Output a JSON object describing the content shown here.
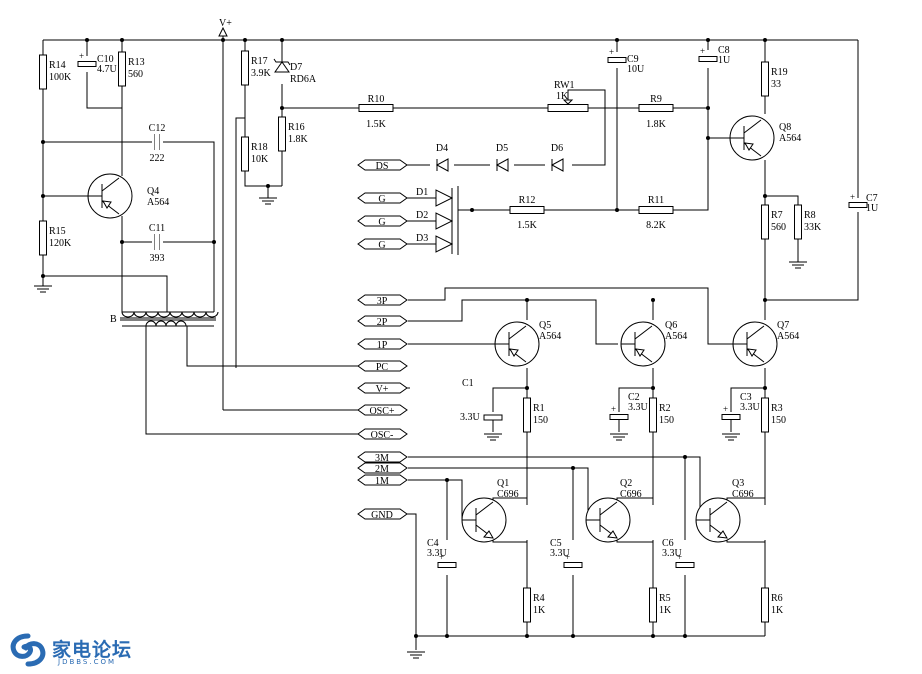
{
  "supply": {
    "vplus": "V+",
    "ground_port": "GND"
  },
  "transformer": {
    "label": "B"
  },
  "ports": {
    "DS": "DS",
    "G1": "G",
    "G2": "G",
    "G3": "G",
    "P3": "3P",
    "P2": "2P",
    "P1": "1P",
    "PC": "PC",
    "VP": "V+",
    "OSCP": "OSC+",
    "OSCN": "OSC-",
    "M3": "3M",
    "M2": "2M",
    "M1": "1M",
    "GND": "GND"
  },
  "resistors": {
    "R14": {
      "ref": "R14",
      "val": "100K"
    },
    "R13": {
      "ref": "R13",
      "val": "560"
    },
    "R15": {
      "ref": "R15",
      "val": "120K"
    },
    "R17": {
      "ref": "R17",
      "val": "3.9K"
    },
    "R18": {
      "ref": "R18",
      "val": "10K"
    },
    "R16": {
      "ref": "R16",
      "val": "1.8K"
    },
    "R10": {
      "ref": "R10",
      "val": "1.5K"
    },
    "R9": {
      "ref": "R9",
      "val": "1.8K"
    },
    "R12": {
      "ref": "R12",
      "val": "1.5K"
    },
    "R11": {
      "ref": "R11",
      "val": "8.2K"
    },
    "R19": {
      "ref": "R19",
      "val": "33"
    },
    "R7": {
      "ref": "R7",
      "val": "560"
    },
    "R8": {
      "ref": "R8",
      "val": "33K"
    },
    "R1": {
      "ref": "R1",
      "val": "150"
    },
    "R2": {
      "ref": "R2",
      "val": "150"
    },
    "R3": {
      "ref": "R3",
      "val": "150"
    },
    "R4": {
      "ref": "R4",
      "val": "1K"
    },
    "R5": {
      "ref": "R5",
      "val": "1K"
    },
    "R6": {
      "ref": "R6",
      "val": "1K"
    }
  },
  "pot": {
    "RW1": {
      "ref": "RW1",
      "val": "1K"
    }
  },
  "capacitors": {
    "C10": {
      "ref": "C10",
      "val": "4.7U"
    },
    "C12": {
      "ref": "C12",
      "val": "222"
    },
    "C11": {
      "ref": "C11",
      "val": "393"
    },
    "C9": {
      "ref": "C9",
      "val": "10U"
    },
    "C8": {
      "ref": "C8",
      "val": "1U"
    },
    "C7": {
      "ref": "C7",
      "val": "1U"
    },
    "C1": {
      "ref": "C1",
      "val": "3.3U"
    },
    "C2": {
      "ref": "C2",
      "val": "3.3U"
    },
    "C3": {
      "ref": "C3",
      "val": "3.3U"
    },
    "C4": {
      "ref": "C4",
      "val": "3.3U"
    },
    "C5": {
      "ref": "C5",
      "val": "3.3U"
    },
    "C6": {
      "ref": "C6",
      "val": "3.3U"
    }
  },
  "diodes": {
    "D7": {
      "ref": "D7",
      "val": "RD6A"
    },
    "D4": {
      "ref": "D4"
    },
    "D5": {
      "ref": "D5"
    },
    "D6": {
      "ref": "D6"
    },
    "D1": {
      "ref": "D1"
    },
    "D2": {
      "ref": "D2"
    },
    "D3": {
      "ref": "D3"
    }
  },
  "transistors": {
    "Q4": {
      "ref": "Q4",
      "val": "A564"
    },
    "Q8": {
      "ref": "Q8",
      "val": "A564"
    },
    "Q5": {
      "ref": "Q5",
      "val": "A564"
    },
    "Q6": {
      "ref": "Q6",
      "val": "A564"
    },
    "Q7": {
      "ref": "Q7",
      "val": "A564"
    },
    "Q1": {
      "ref": "Q1",
      "val": "C696"
    },
    "Q2": {
      "ref": "Q2",
      "val": "C696"
    },
    "Q3": {
      "ref": "Q3",
      "val": "C696"
    }
  },
  "watermark": {
    "name": "家电论坛",
    "site": "JDBBS.COM",
    "color": "#2a6bb3"
  }
}
